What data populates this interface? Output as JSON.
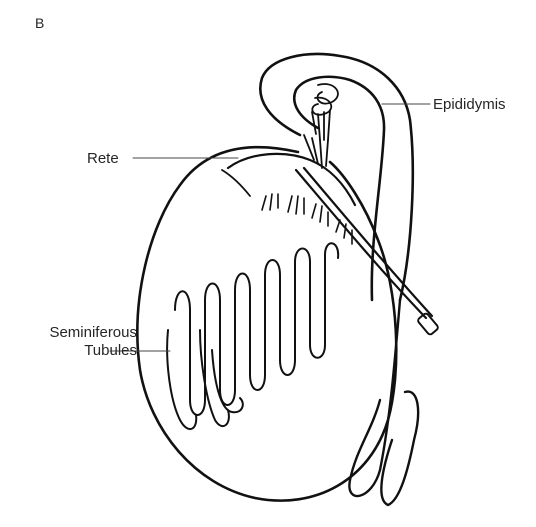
{
  "panel": {
    "letter": "B"
  },
  "labels": {
    "epididymis": "Epididymis",
    "rete": "Rete",
    "seminiferous_line1": "Seminiferous",
    "seminiferous_line2": "Tubules"
  },
  "colors": {
    "line": "#111111",
    "background": "#ffffff"
  }
}
